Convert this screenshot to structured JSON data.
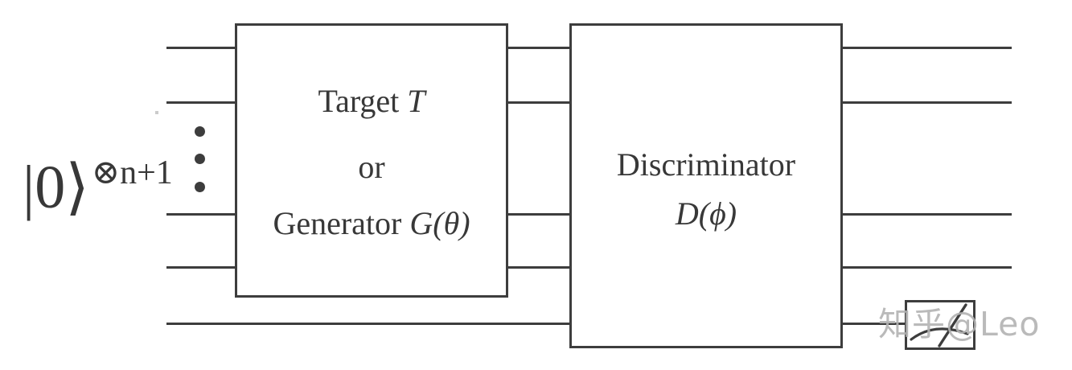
{
  "diagram": {
    "title": "quantum-GAN-circuit",
    "input_state": {
      "base": "|0⟩",
      "superscript": "⊗n+1"
    },
    "generator_box": {
      "line1_text": "Target",
      "line1_math": "T",
      "line2_text": "or",
      "line3_text": "Generator",
      "line3_math": "G(θ)"
    },
    "discriminator_box": {
      "line1_text": "Discriminator",
      "line2_math": "D(ϕ)"
    },
    "wires": {
      "count": 5,
      "description": "horizontal quantum wires"
    },
    "measurement": {
      "icon": "gauge-meter-icon"
    }
  },
  "watermark": {
    "text": "知乎@Leo"
  },
  "colors": {
    "line": "#3d3d3d",
    "text": "#383838",
    "watermark": "#b3b3b3",
    "background": "#ffffff"
  }
}
